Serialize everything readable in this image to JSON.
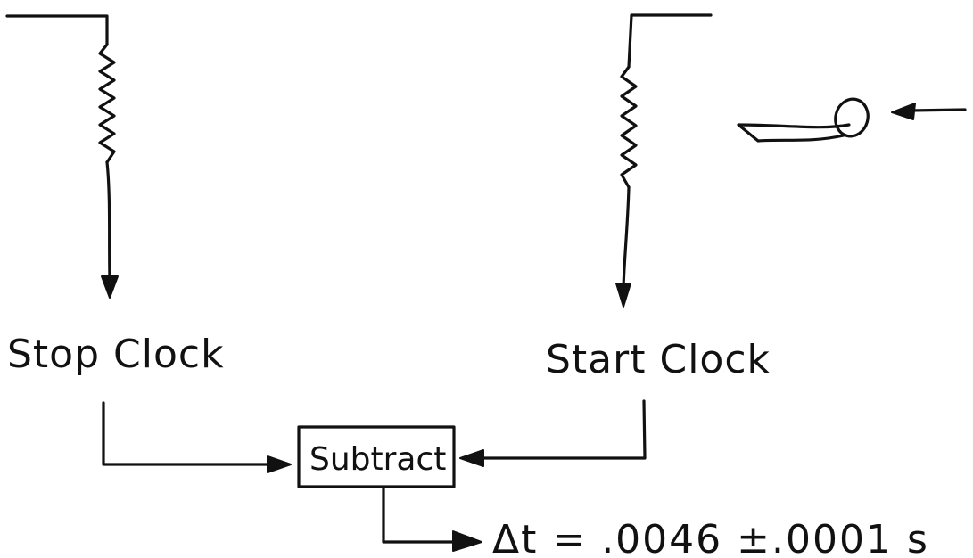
{
  "labels": {
    "stop_clock": "Stop Clock",
    "start_clock": "Start Clock",
    "subtract": "Subtract",
    "result": "Δt = .0046 ±.0001 s"
  },
  "colors": {
    "ink": "#111111",
    "paper": "#ffffff"
  },
  "icons": {
    "projectile": "bullet-icon",
    "direction": "arrow-left-icon"
  }
}
